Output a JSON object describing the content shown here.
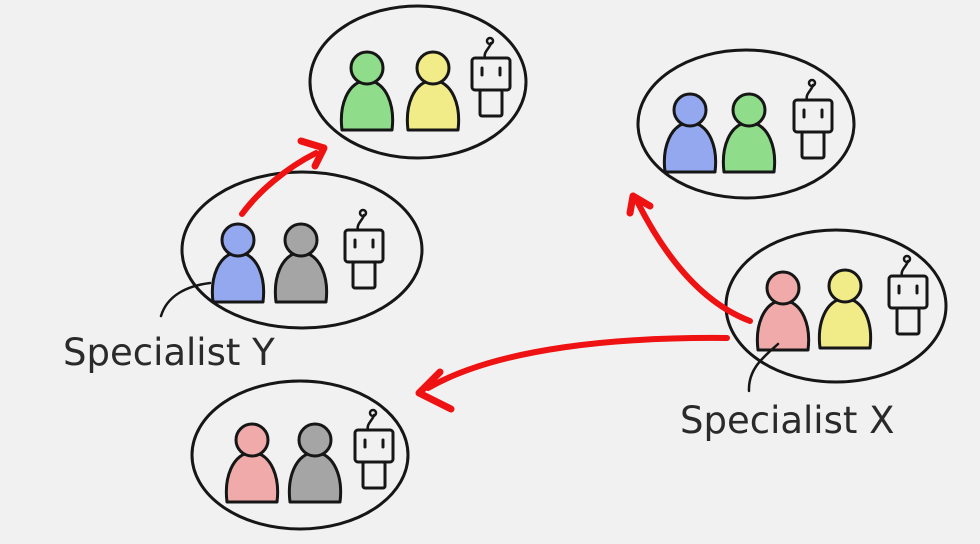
{
  "labels": {
    "specialist_y": "Specialist Y",
    "specialist_x": "Specialist X"
  },
  "colors": {
    "background": "#f2f1f2",
    "ink": "#161616",
    "arrow": "#ee1212",
    "green": "#8fdc8a",
    "yellow": "#f1ec87",
    "blue": "#93a8ee",
    "gray": "#a5a5a5",
    "pink": "#f0aaaa"
  },
  "groups": {
    "top_center": {
      "members": [
        {
          "kind": "person",
          "color": "green"
        },
        {
          "kind": "person",
          "color": "yellow"
        },
        {
          "kind": "robot"
        }
      ]
    },
    "top_right": {
      "members": [
        {
          "kind": "person",
          "color": "blue"
        },
        {
          "kind": "person",
          "color": "green"
        },
        {
          "kind": "robot"
        }
      ]
    },
    "middle_left": {
      "members": [
        {
          "kind": "person",
          "color": "blue"
        },
        {
          "kind": "person",
          "color": "gray"
        },
        {
          "kind": "robot"
        }
      ]
    },
    "right": {
      "members": [
        {
          "kind": "person",
          "color": "pink"
        },
        {
          "kind": "person",
          "color": "yellow"
        },
        {
          "kind": "robot"
        }
      ]
    },
    "bottom_left": {
      "members": [
        {
          "kind": "person",
          "color": "pink"
        },
        {
          "kind": "person",
          "color": "gray"
        },
        {
          "kind": "robot"
        }
      ]
    }
  },
  "arrows": [
    {
      "name": "specialist-y-move-arrow",
      "from": "middle_left",
      "to": "top_center"
    },
    {
      "name": "specialist-x-move-arrow-up",
      "from": "right",
      "to": "top_right"
    },
    {
      "name": "specialist-x-move-arrow-left",
      "from": "right",
      "to": "bottom_left"
    }
  ]
}
